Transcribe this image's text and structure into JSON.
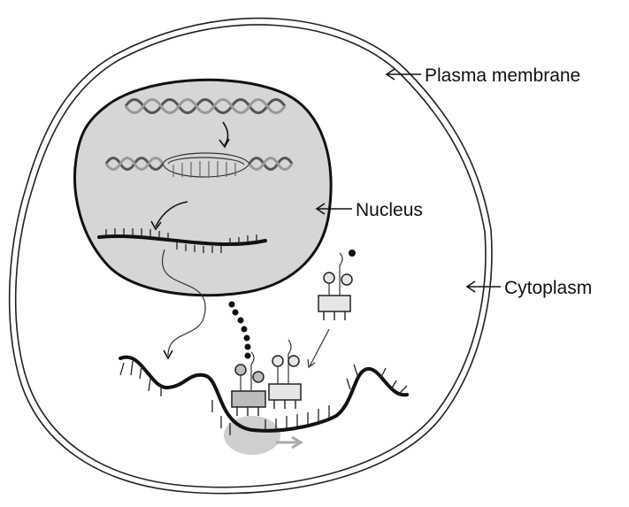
{
  "labels": {
    "plasma_membrane": "Plasma membrane",
    "nucleus": "Nucleus",
    "cytoplasm": "Cytoplasm"
  },
  "colors": {
    "nucleus_fill": "#d6d6d6",
    "ribosome_fill": "#c8c8c8",
    "outline": "#111111"
  }
}
